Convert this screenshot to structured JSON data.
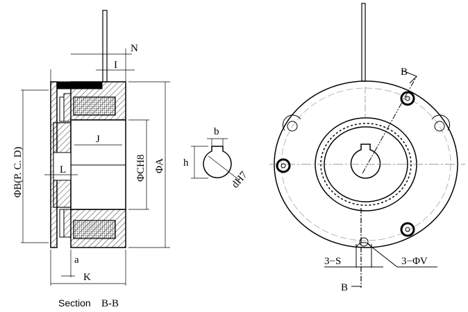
{
  "section_view": {
    "caption_prefix": "Section",
    "caption_id": "B-B",
    "labels": {
      "N": "N",
      "I": "I",
      "J": "J",
      "L": "L",
      "a": "a",
      "K": "K",
      "B": "ΦB(P. C. D)",
      "C": "ΦCH8",
      "A": "ΦA"
    }
  },
  "key_detail": {
    "b": "b",
    "h": "h",
    "d": "dH7"
  },
  "front_view": {
    "section_mark_top": "B",
    "section_mark_bottom": "B",
    "S": "3−S",
    "V": "3−ΦV"
  }
}
